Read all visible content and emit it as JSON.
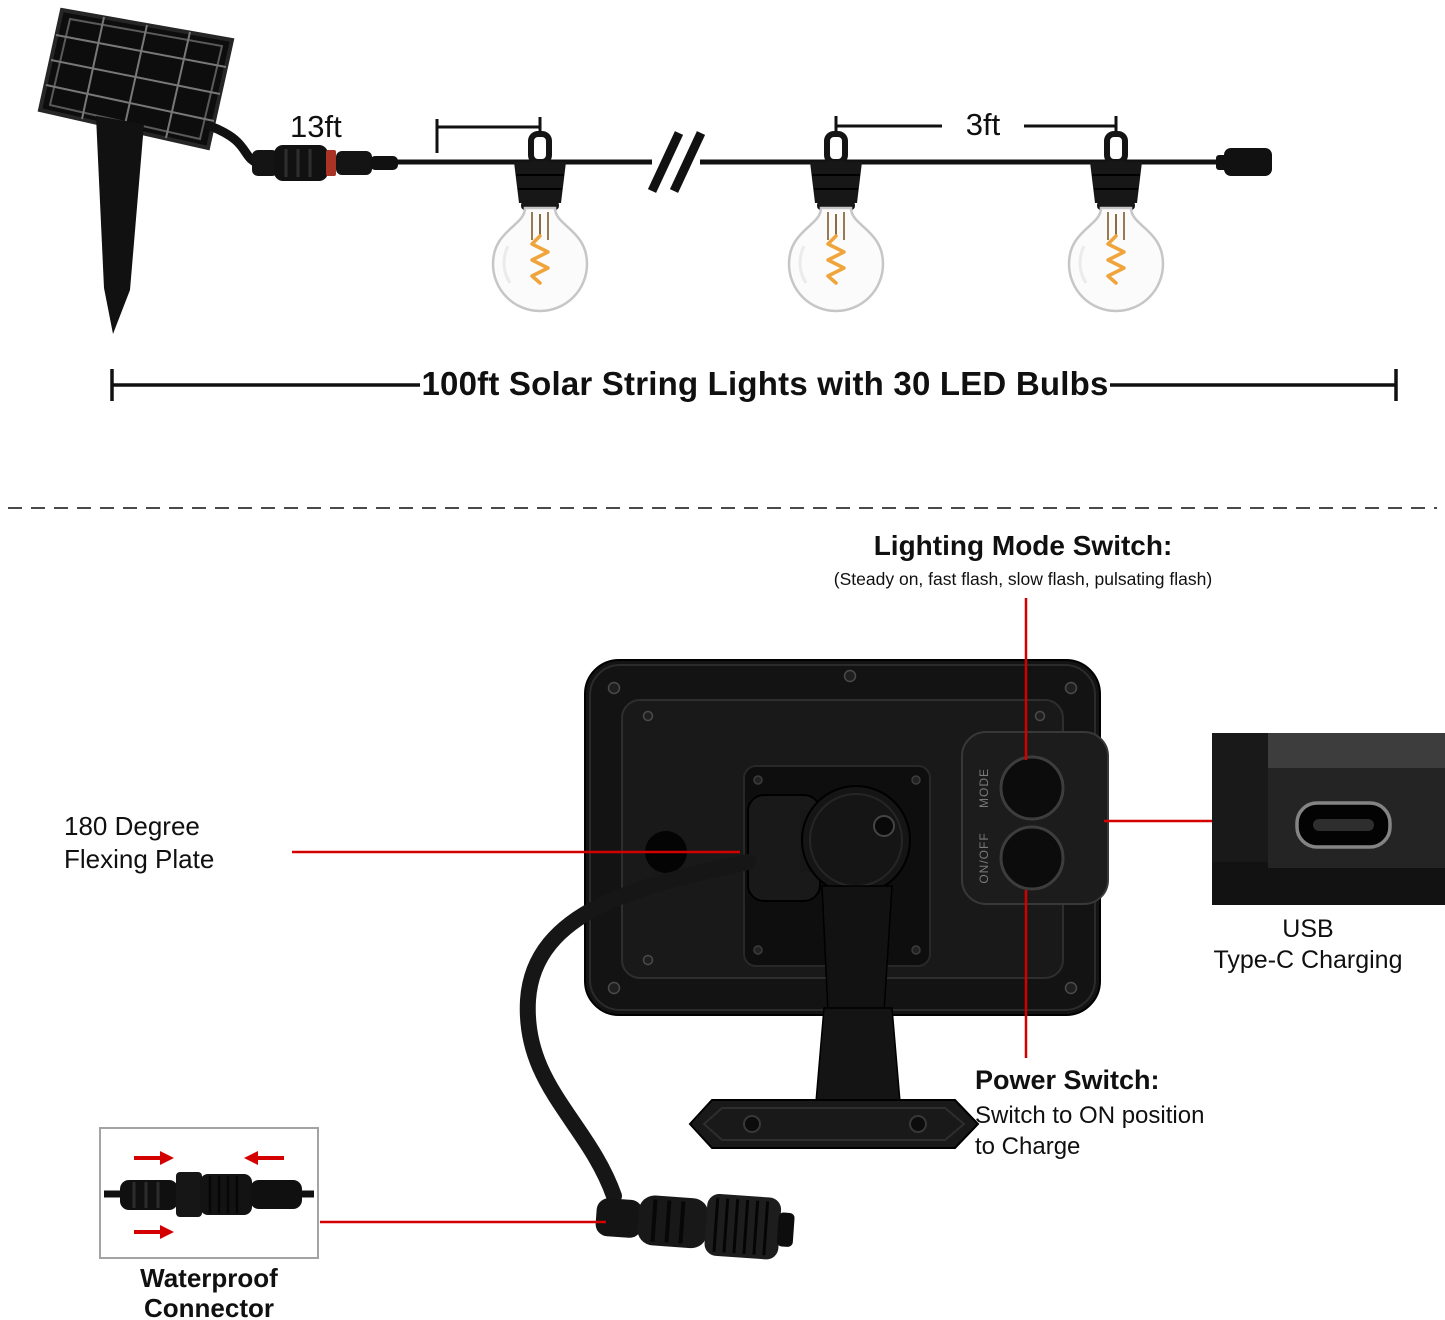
{
  "colors": {
    "accent_red": "#d40000",
    "ink": "#101010"
  },
  "top_diagram": {
    "span_13ft": "13ft",
    "span_3ft": "3ft",
    "caption": "100ft Solar String Lights with 30 LED Bulbs"
  },
  "callouts": {
    "lighting_mode_title": "Lighting Mode Switch:",
    "lighting_mode_subtitle": "(Steady on, fast flash, slow flash, pulsating flash)",
    "flexing_plate_line1": "180 Degree",
    "flexing_plate_line2": "Flexing Plate",
    "usb_line1": "USB",
    "usb_line2": "Type-C Charging",
    "power_title": "Power Switch:",
    "power_line1": "Switch to ON position",
    "power_line2": "to Charge",
    "waterproof_line1": "Waterproof",
    "waterproof_line2": "Connector"
  },
  "device": {
    "mode_button_label": "MODE",
    "power_button_label": "ON/OFF"
  }
}
